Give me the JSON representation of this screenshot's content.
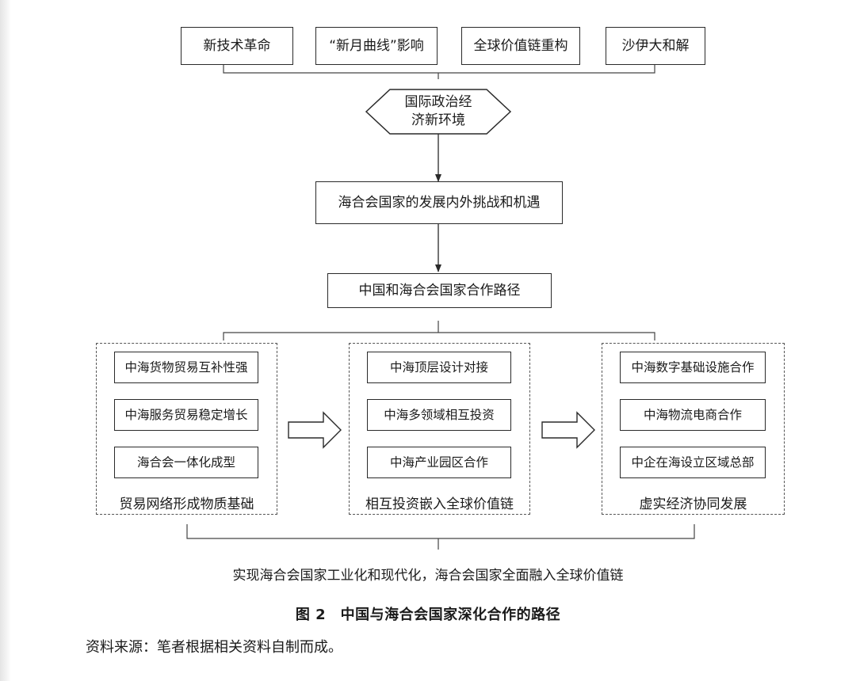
{
  "top_factors": [
    "新技术革命",
    "“新月曲线”影响",
    "全球价值链重构",
    "沙伊大和解"
  ],
  "environment": {
    "line1": "国际政治经",
    "line2": "济新环境"
  },
  "challenges": "海合会国家的发展内外挑战和机遇",
  "path": "中国和海合会国家合作路径",
  "groups": [
    {
      "label": "贸易网络形成物质基础",
      "items": [
        "中海货物贸易互补性强",
        "中海服务贸易稳定增长",
        "海合会一体化成型"
      ]
    },
    {
      "label": "相互投资嵌入全球价值链",
      "items": [
        "中海顶层设计对接",
        "中海多领域相互投资",
        "中海产业园区合作"
      ]
    },
    {
      "label": "虚实经济协同发展",
      "items": [
        "中海数字基础设施合作",
        "中海物流电商合作",
        "中企在海设立区域总部"
      ]
    }
  ],
  "outcome": "实现海合会国家工业化和现代化，海合会国家全面融入全球价值链",
  "figure_title": "图 2　中国与海合会国家深化合作的路径",
  "source_note": "资料来源：笔者根据相关资料自制而成。"
}
